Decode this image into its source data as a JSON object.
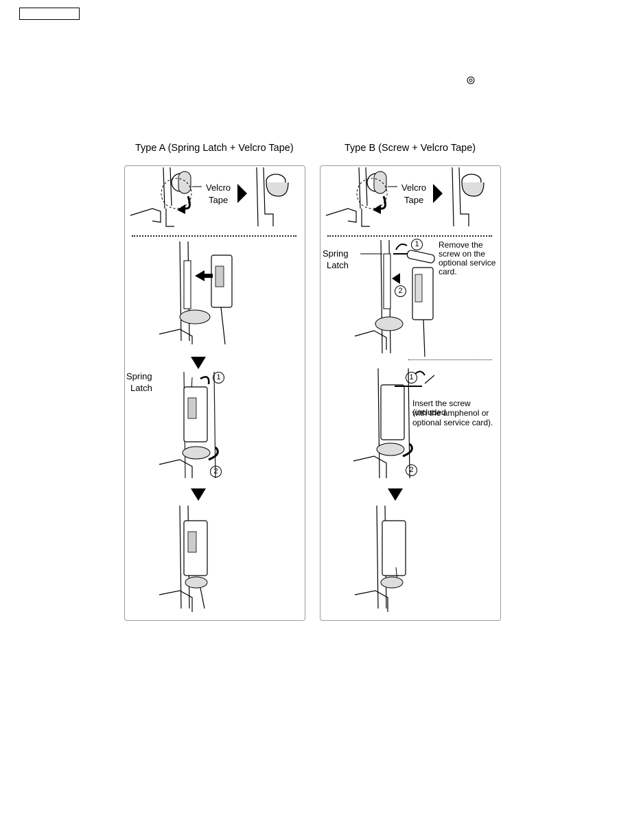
{
  "type_a": {
    "title": "Type A (Spring Latch + Velcro Tape)",
    "velcro_label_1": "Velcro",
    "velcro_label_2": "Tape",
    "spring_label_1": "Spring",
    "spring_label_2": "Latch",
    "step1": "1",
    "step2": "2"
  },
  "type_b": {
    "title": "Type B (Screw + Velcro Tape)",
    "velcro_label_1": "Velcro",
    "velcro_label_2": "Tape",
    "spring_label_1": "Spring",
    "spring_label_2": "Latch",
    "remove_1": "Remove the",
    "remove_2": "screw on the",
    "remove_3": "optional service",
    "remove_4": "card.",
    "insert_1": "Insert the screw (included",
    "insert_2": "with the amphenol or",
    "insert_3": "optional service card).",
    "step1": "1",
    "step2": "2"
  }
}
